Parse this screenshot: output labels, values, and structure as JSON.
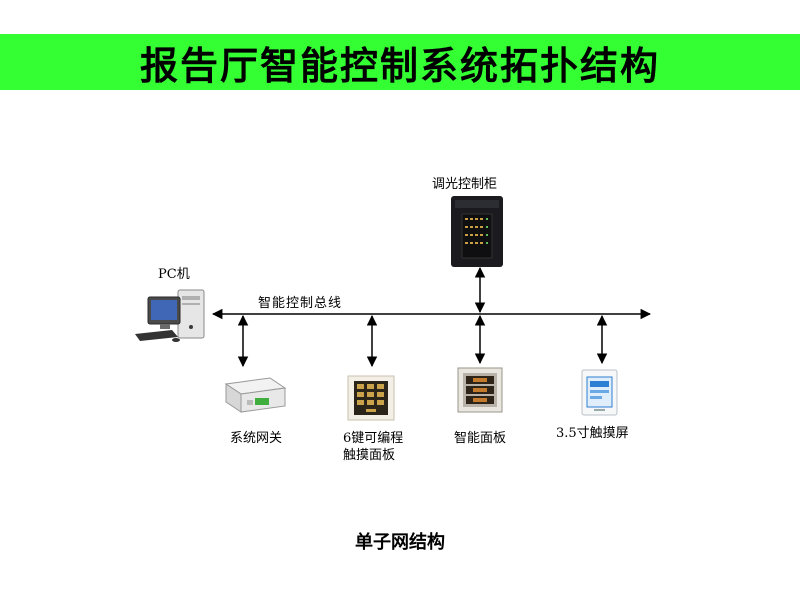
{
  "title": "报告厅智能控制系统拓扑结构",
  "bus_label": "智能控制总线",
  "caption": "单子网结构",
  "nodes": {
    "dimmer_cabinet": "调光控制柜",
    "pc": "PC机",
    "gateway": "系统网关",
    "keypad_line1": "6键可编程",
    "keypad_line2": "触摸面板",
    "smart_panel": "智能面板",
    "touchscreen": "3.5寸触摸屏"
  },
  "colors": {
    "title_bar": "#33ff33",
    "line": "#000000"
  }
}
